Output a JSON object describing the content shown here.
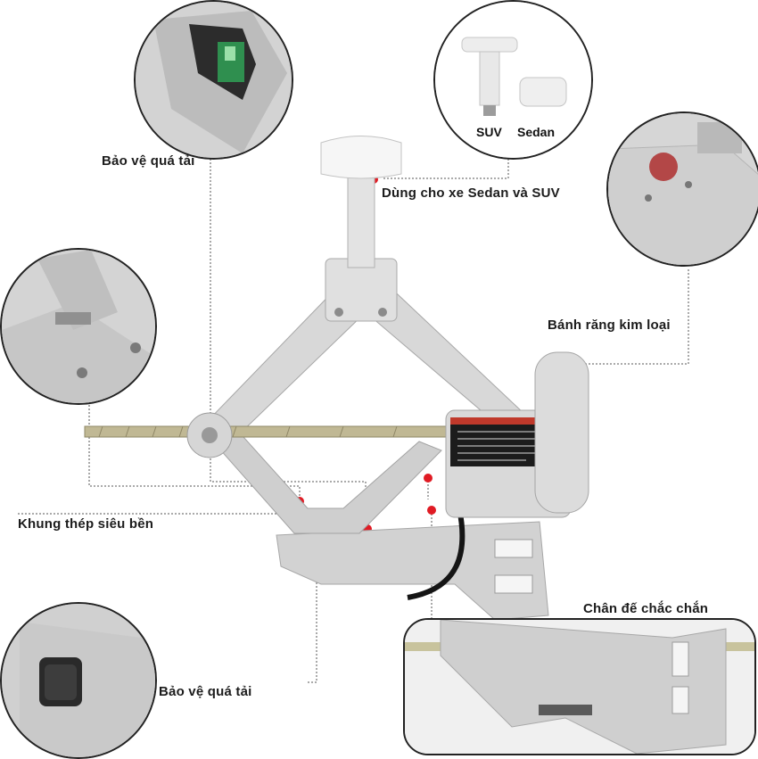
{
  "labels": {
    "overload_top": "Bảo vệ quá tải",
    "sedan_suv": "Dùng cho xe Sedan và SUV",
    "metal_gear": "Bánh răng kim loại",
    "steel_frame": "Khung thép siêu bền",
    "stable_base": "Chân đế chắc chắn",
    "overload_bottom": "Bảo vệ quá tải"
  },
  "pad_options": {
    "suv": "SUV",
    "sedan": "Sedan"
  },
  "colors": {
    "marker": "#e01b24",
    "outline": "#222222",
    "leader": "#555555",
    "jack_body": "#d9d9d9"
  }
}
